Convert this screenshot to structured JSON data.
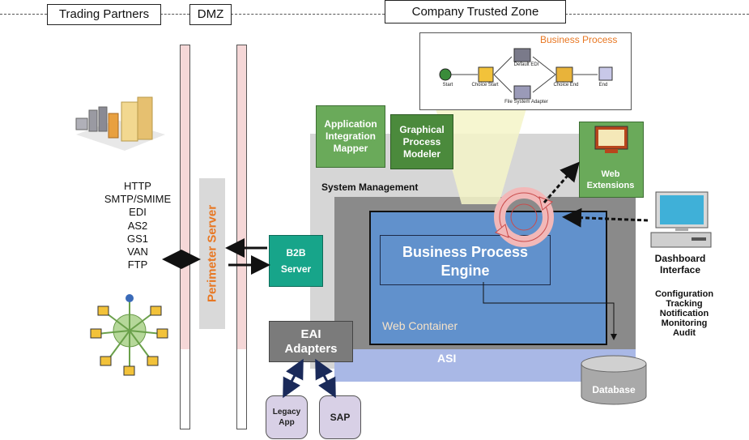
{
  "zones": {
    "trading_partners": "Trading Partners",
    "dmz": "DMZ",
    "company_trusted_zone": "Company Trusted Zone"
  },
  "perimeter_server": "Perimeter Server",
  "protocols": [
    "HTTP",
    "SMTP/SMIME",
    "EDI",
    "AS2",
    "GS1",
    "VAN",
    "FTP"
  ],
  "b2b_server": {
    "line1": "B2B",
    "line2": "Server"
  },
  "eai": {
    "line1": "EAI",
    "line2": "Adapters"
  },
  "legacy_app": {
    "line1": "Legacy",
    "line2": "App"
  },
  "sap": "SAP",
  "app_integration_mapper": {
    "line1": "Application",
    "line2": "Integration",
    "line3": "Mapper"
  },
  "graphical_process_modeler": {
    "line1": "Graphical",
    "line2": "Process",
    "line3": "Modeler"
  },
  "system_management": "System Management",
  "bpe": {
    "line1": "Business Process",
    "line2": "Engine"
  },
  "web_container": "Web Container",
  "asi": "ASI",
  "web_extensions": {
    "line1": "Web",
    "line2": "Extensions"
  },
  "dashboard": {
    "line1": "Dashboard",
    "line2": "Interface"
  },
  "side_functions": [
    "Configuration",
    "Tracking",
    "Notification",
    "Monitoring",
    "Audit"
  ],
  "database": "Database",
  "business_process": {
    "title": "Business Process",
    "nodes": {
      "start": "Start",
      "choice_start": "Choice Start",
      "default_edi": "Default EDI",
      "file_system_adapter": "File System Adapter",
      "choice_end": "Choice End",
      "end": "End"
    }
  },
  "colors": {
    "pillar": "#f5d7d7",
    "perimeter": "#d9d9d9",
    "perimeter_text": "#e87722",
    "teal": "#17a58a",
    "gray_box": "#7b7b7b",
    "green_light": "#6aaa5a",
    "green_dark": "#4b8a3c",
    "engine_blue": "#6191cc",
    "asi_blue": "#a9b8e6",
    "purple": "#d8d0e6",
    "bp_title": "#e87722"
  }
}
